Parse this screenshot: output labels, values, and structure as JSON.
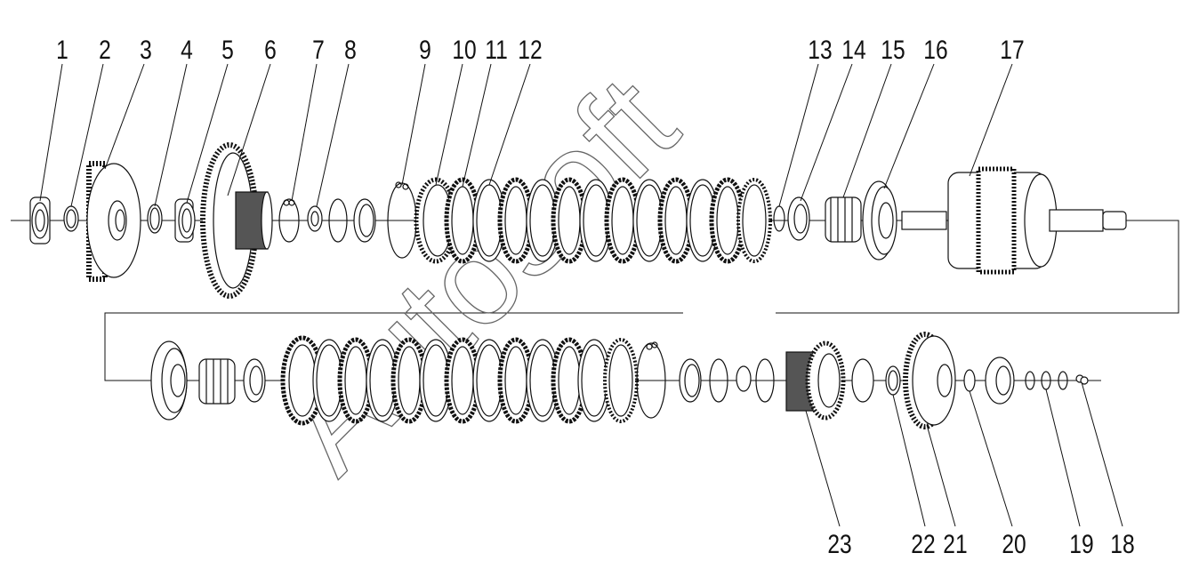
{
  "watermark": "Autosoft",
  "callouts_top": [
    "1",
    "2",
    "3",
    "4",
    "5",
    "6",
    "7",
    "8",
    "9",
    "10",
    "11",
    "12",
    "13",
    "14",
    "15",
    "16",
    "17"
  ],
  "callouts_bottom": [
    "23",
    "22",
    "21",
    "20",
    "19",
    "18"
  ],
  "colors": {
    "line": "#111111",
    "watermark": "#666666",
    "background": "#ffffff"
  }
}
